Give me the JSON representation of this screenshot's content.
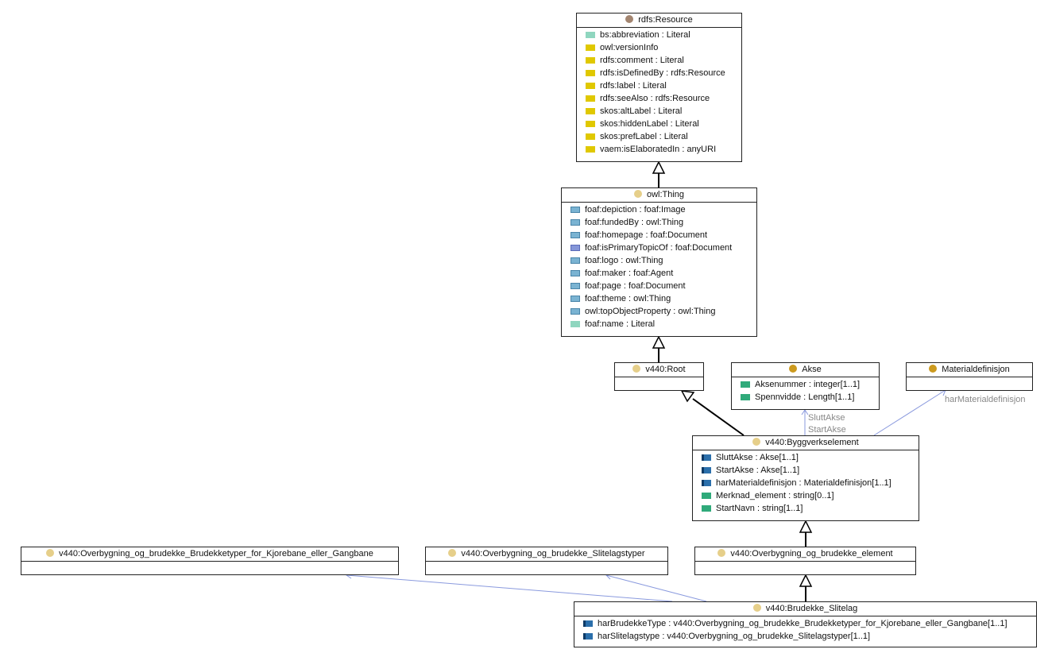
{
  "colors": {
    "resource_dot": "#a38570",
    "class_dot": "#e6cf8a",
    "definition_dot": "#cc9a1e",
    "generalization_line": "#000000",
    "association_line": "#8a9ade"
  },
  "classes": {
    "resource": {
      "title": "rdfs:Resource",
      "attributes": [
        {
          "text": "bs:abbreviation : Literal",
          "icon": "literal"
        },
        {
          "text": "owl:versionInfo",
          "icon": "annotation"
        },
        {
          "text": "rdfs:comment : Literal",
          "icon": "annotation"
        },
        {
          "text": "rdfs:isDefinedBy : rdfs:Resource",
          "icon": "annotation"
        },
        {
          "text": "rdfs:label : Literal",
          "icon": "annotation"
        },
        {
          "text": "rdfs:seeAlso : rdfs:Resource",
          "icon": "annotation"
        },
        {
          "text": "skos:altLabel : Literal",
          "icon": "annotation"
        },
        {
          "text": "skos:hiddenLabel : Literal",
          "icon": "annotation"
        },
        {
          "text": "skos:prefLabel : Literal",
          "icon": "annotation"
        },
        {
          "text": "vaem:isElaboratedIn : anyURI",
          "icon": "annotation"
        }
      ]
    },
    "thing": {
      "title": "owl:Thing",
      "attributes": [
        {
          "text": "foaf:depiction : foaf:Image",
          "icon": "object-property"
        },
        {
          "text": "foaf:fundedBy : owl:Thing",
          "icon": "object-property"
        },
        {
          "text": "foaf:homepage : foaf:Document",
          "icon": "object-property"
        },
        {
          "text": "foaf:isPrimaryTopicOf : foaf:Document",
          "icon": "object-property-b"
        },
        {
          "text": "foaf:logo : owl:Thing",
          "icon": "object-property"
        },
        {
          "text": "foaf:maker : foaf:Agent",
          "icon": "object-property"
        },
        {
          "text": "foaf:page : foaf:Document",
          "icon": "object-property"
        },
        {
          "text": "foaf:theme : owl:Thing",
          "icon": "object-property"
        },
        {
          "text": "owl:topObjectProperty : owl:Thing",
          "icon": "object-property"
        },
        {
          "text": "foaf:name : Literal",
          "icon": "literal"
        }
      ]
    },
    "root": {
      "title": "v440:Root",
      "attributes": []
    },
    "akse": {
      "title": "Akse",
      "attributes": [
        {
          "text": "Aksenummer : integer[1..1]",
          "icon": "data-property"
        },
        {
          "text": "Spennvidde : Length[1..1]",
          "icon": "data-property"
        }
      ]
    },
    "materialdef": {
      "title": "Materialdefinisjon",
      "attributes": []
    },
    "byggverk": {
      "title": "v440:Byggverkselement",
      "attributes": [
        {
          "text": "SluttAkse : Akse[1..1]",
          "icon": "object-required"
        },
        {
          "text": "StartAkse : Akse[1..1]",
          "icon": "object-required"
        },
        {
          "text": "harMaterialdefinisjon : Materialdefinisjon[1..1]",
          "icon": "object-required"
        },
        {
          "text": "Merknad_element : string[0..1]",
          "icon": "data-property"
        },
        {
          "text": "StartNavn : string[1..1]",
          "icon": "data-property"
        }
      ]
    },
    "brudekketyper": {
      "title": "v440:Overbygning_og_brudekke_Brudekketyper_for_Kjorebane_eller_Gangbane",
      "attributes": []
    },
    "slitelagstyper": {
      "title": "v440:Overbygning_og_brudekke_Slitelagstyper",
      "attributes": []
    },
    "element": {
      "title": "v440:Overbygning_og_brudekke_element",
      "attributes": []
    },
    "slitelag": {
      "title": "v440:Brudekke_Slitelag",
      "attributes": [
        {
          "text": "harBrudekkeType : v440:Overbygning_og_brudekke_Brudekketyper_for_Kjorebane_eller_Gangbane[1..1]",
          "icon": "object-required"
        },
        {
          "text": "harSlitelagstype : v440:Overbygning_og_brudekke_Slitelagstyper[1..1]",
          "icon": "object-required"
        }
      ]
    }
  },
  "edge_labels": {
    "slutt_akse": "SluttAkse",
    "start_akse": "StartAkse",
    "har_materialdefinisjon": "harMaterialdefinisjon"
  }
}
